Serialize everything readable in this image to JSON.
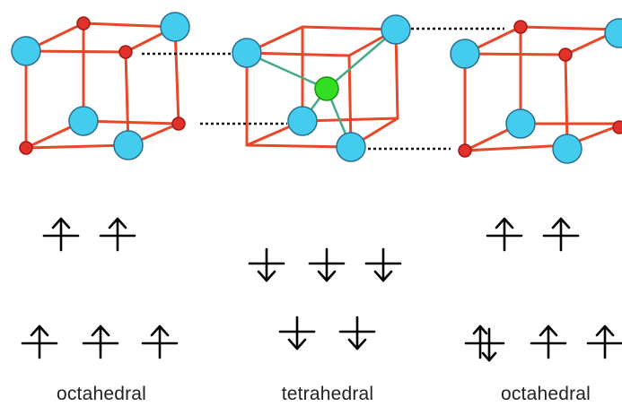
{
  "diagram": {
    "labels": {
      "left": "octahedral",
      "middle": "tetrahedral",
      "right": "octahedral"
    },
    "colors": {
      "cube_edges": "#e8472a",
      "small_atom": "#e0322a",
      "large_atom": "#44ccee",
      "center_atom": "#33dd22",
      "tetra_bond": "#44aa88",
      "dotted_link": "#111111",
      "arrow": "#000000"
    },
    "spin_groups": {
      "left_octahedral": {
        "upper_level": [
          "up",
          "up"
        ],
        "lower_level": [
          "up",
          "up",
          "up"
        ]
      },
      "tetrahedral": {
        "upper_level": [
          "down",
          "down",
          "down"
        ],
        "lower_level": [
          "down",
          "down"
        ]
      },
      "right_octahedral": {
        "upper_level": [
          "up",
          "up"
        ],
        "lower_level": [
          "up-down",
          "up",
          "up"
        ]
      }
    }
  }
}
